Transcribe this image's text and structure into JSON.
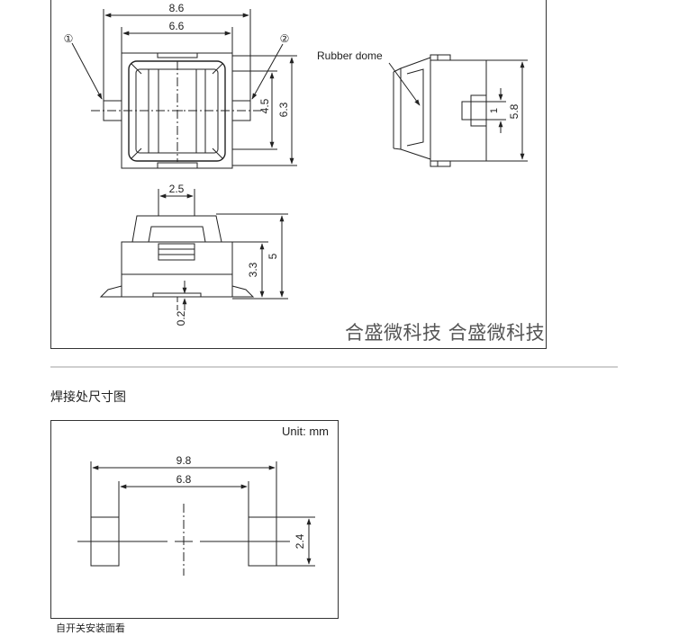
{
  "top_drawing": {
    "dim_top_width": "8.6",
    "dim_body_width": "6.6",
    "dim_inner_height": "4.5",
    "dim_body_height": "6.3",
    "marker_1": "①",
    "marker_2": "②",
    "rubber_dome_label": "Rubber dome",
    "dim_side_small": "1",
    "dim_side_height": "5.8",
    "dim_plunger_width": "2.5",
    "dim_base_height": "3.3",
    "dim_total_height": "5",
    "dim_standoff": "0.2"
  },
  "watermark": "合盛微科技 合盛微科技",
  "section_title": "焊接处尺寸图",
  "land_pattern": {
    "unit_label": "Unit: mm",
    "dim_outer": "9.8",
    "dim_inner": "6.8",
    "dim_pad_height": "2.4"
  },
  "footnote": "自开关安装面看"
}
